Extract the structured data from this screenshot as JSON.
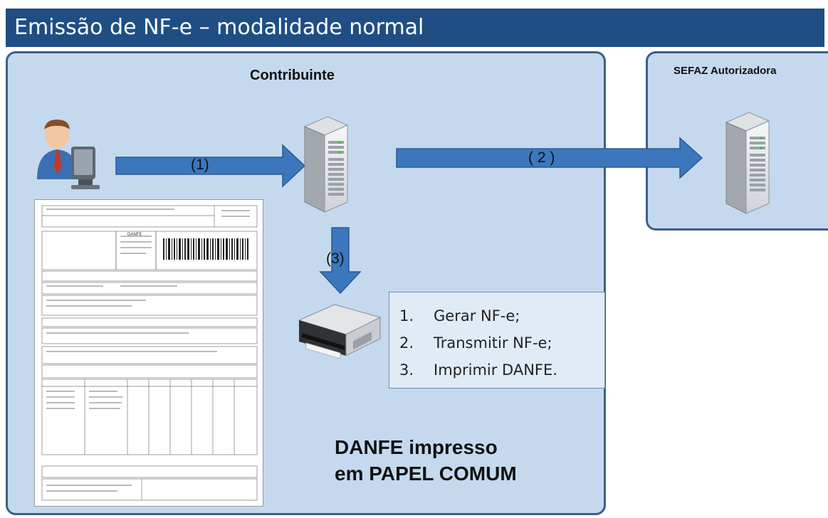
{
  "title": "Emissão de NF-e – modalidade normal",
  "panels": {
    "contribuinte": "Contribuinte",
    "sefaz": "SEFAZ Autorizadora"
  },
  "arrows": {
    "step1": "(1)",
    "step2": "( 2 )",
    "step3": "(3)"
  },
  "steps": [
    {
      "num": "1.",
      "text": "Gerar NF-e;"
    },
    {
      "num": "2.",
      "text": "Transmitir NF-e;"
    },
    {
      "num": "3.",
      "text": "Imprimir DANFE."
    }
  ],
  "caption": {
    "line1": "DANFE impresso",
    "line2": "em PAPEL COMUM"
  },
  "document_label": "DANFE",
  "colors": {
    "title_bar": "#1f4e84",
    "panel_fill": "#c5d9ee",
    "panel_border": "#3d5f85",
    "arrow_fill": "#3c77bd"
  }
}
